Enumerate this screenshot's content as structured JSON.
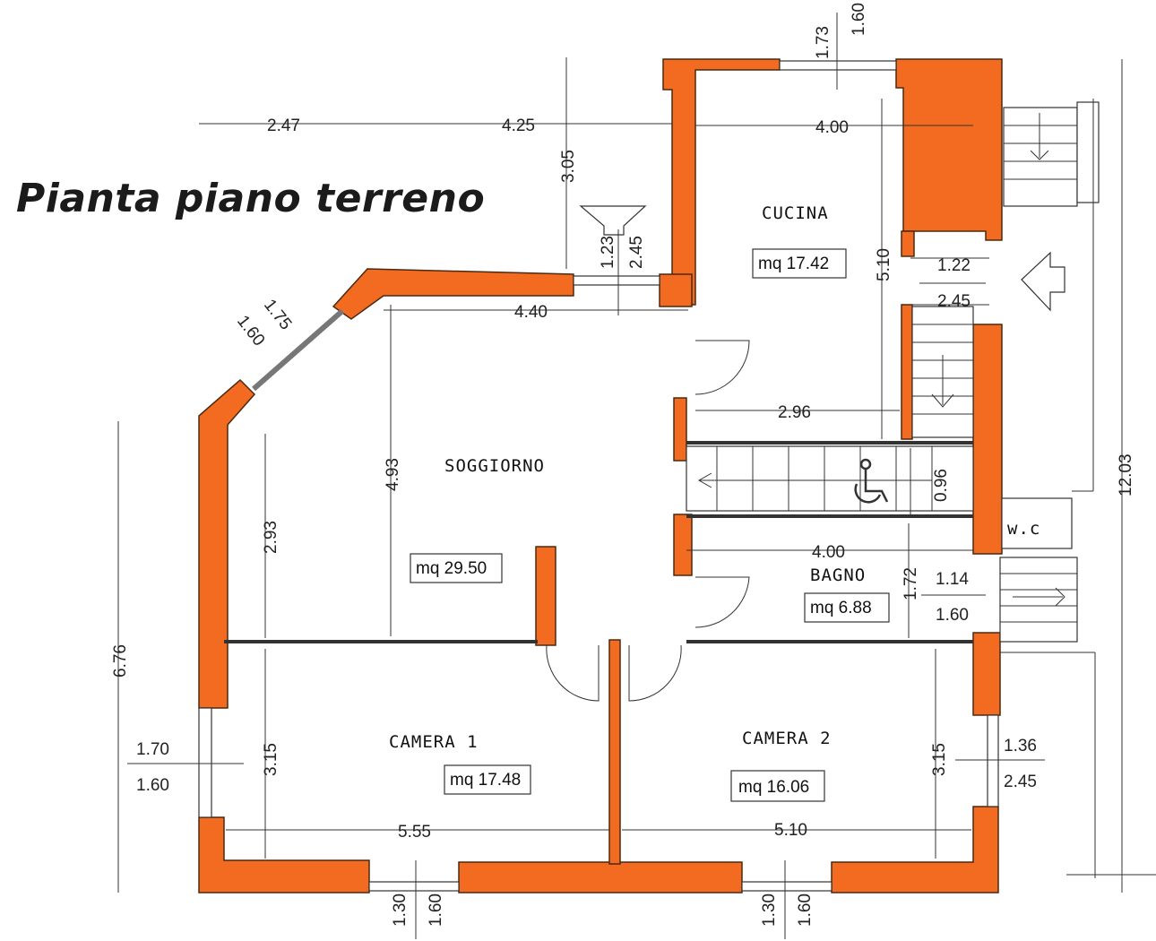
{
  "title": "Pianta piano terreno",
  "colors": {
    "wall": "#f26b21",
    "line": "#333333"
  },
  "rooms": {
    "cucina": {
      "name": "CUCINA",
      "area": "mq 17.42"
    },
    "soggiorno": {
      "name": "SOGGIORNO",
      "area": "mq 29.50"
    },
    "bagno": {
      "name": "BAGNO",
      "area": "mq 6.88"
    },
    "wc": {
      "name": "w.c"
    },
    "camera1": {
      "name": "CAMERA 1",
      "area": "mq 17.48"
    },
    "camera2": {
      "name": "CAMERA 2",
      "area": "mq 16.06"
    }
  },
  "dims": {
    "d247": "2.47",
    "d425": "4.25",
    "d305": "3.05",
    "d173": "1.73",
    "d160a": "1.60",
    "d400a": "4.00",
    "d510v": "5.10",
    "d122": "1.22",
    "d245a": "2.45",
    "d123": "1.23",
    "d245b": "2.45",
    "d440": "4.40",
    "d175": "1.75",
    "d160b": "1.60",
    "d296": "2.96",
    "d493": "4.93",
    "d293": "2.93",
    "d096": "0.96",
    "d1203": "12.03",
    "d400b": "4.00",
    "d172": "1.72",
    "d114": "1.14",
    "d160c": "1.60",
    "d676": "6.76",
    "d170": "1.70",
    "d160d": "1.60",
    "d315a": "3.15",
    "d315b": "3.15",
    "d136": "1.36",
    "d245c": "2.45",
    "d555": "5.55",
    "d510h": "5.10",
    "d130a": "1.30",
    "d160e": "1.60",
    "d130b": "1.30",
    "d160f": "1.60"
  }
}
